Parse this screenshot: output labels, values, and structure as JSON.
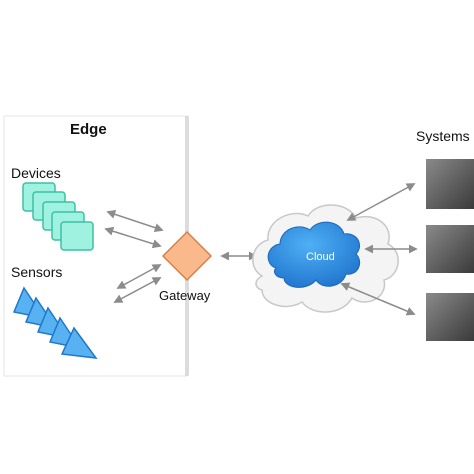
{
  "labels": {
    "edge": "Edge",
    "devices": "Devices",
    "sensors": "Sensors",
    "gateway": "Gateway",
    "cloud": "Cloud",
    "systems": "Systems"
  },
  "colors": {
    "device_fill": "#9FF2E0",
    "device_stroke": "#3DBFA5",
    "sensor_fill": "#58B2F2",
    "sensor_stroke": "#1F78C8",
    "gateway_fill": "#F9B98A",
    "gateway_stroke": "#D9804A",
    "cloud_outer": "#F4F4F4",
    "cloud_inner": "#2D8FE0",
    "system_box": "#5c5c5c",
    "arrow": "#8c8c8c",
    "edge_panel": "#f0f0f0"
  },
  "icons": {
    "device": "device-card-icon",
    "sensor": "sensor-triangle-icon",
    "gateway": "gateway-diamond-icon",
    "system": "system-box-icon"
  }
}
